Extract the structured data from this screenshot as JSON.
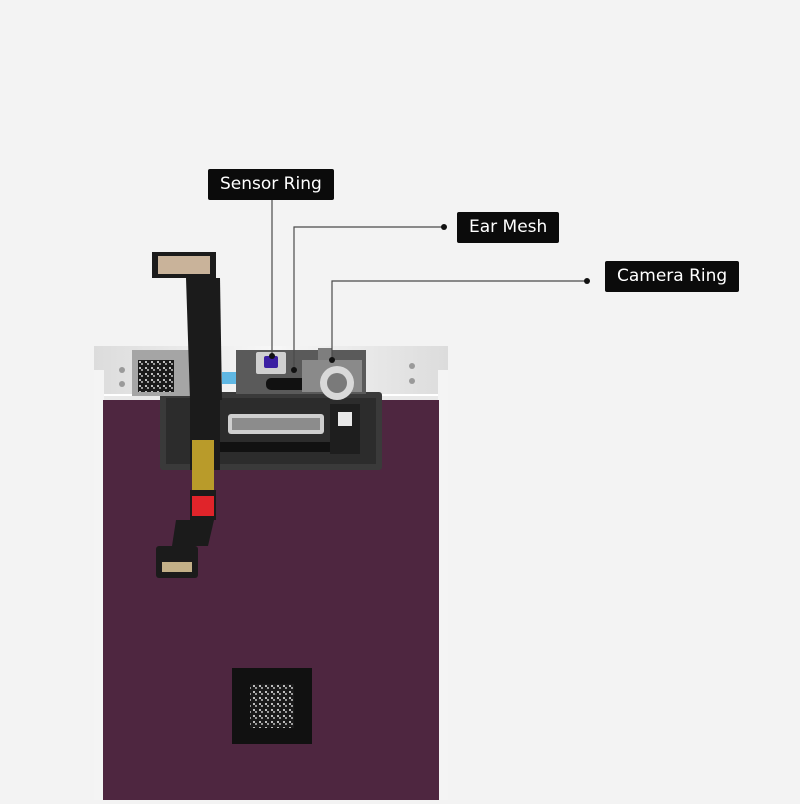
{
  "callouts": {
    "sensor_ring": "Sensor Ring",
    "ear_mesh": "Ear Mesh",
    "camera_ring": "Camera Ring"
  },
  "colors": {
    "background": "#f3f3f3",
    "display_panel": "#4e2640",
    "frame": "#ffffff",
    "label_bg": "#0b0b0b",
    "label_text": "#ffffff",
    "flex_cable": "#1b1b1b",
    "connector_red": "#e0242a"
  }
}
